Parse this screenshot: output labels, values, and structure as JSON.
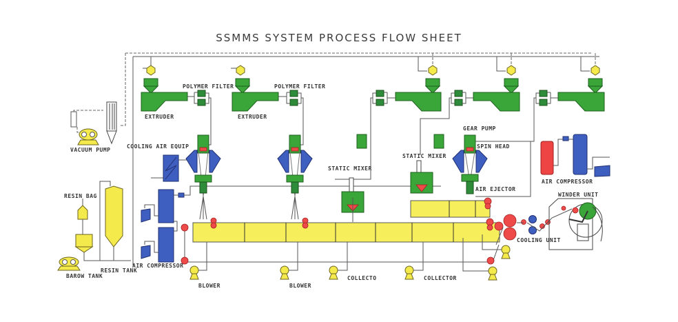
{
  "title": "SSMMS SYSTEM PROCESS FLOW SHEET",
  "labels": {
    "vacuum_pump": "VACUUM PUMP",
    "extruder_1": "EXTRUDER",
    "extruder_2": "EXTRUDER",
    "polymer_filter_1": "POLYMER FILTER",
    "polymer_filter_2": "POLYMER FILTER",
    "cooling_air_equip": "COOLING AIR EQUIP",
    "static_mixer_1": "STATIC MIXER",
    "static_mixer_2": "STATIC MIXER",
    "gear_pump": "GEAR PUMP",
    "spin_head": "SPIN HEAD",
    "air_ejector": "AIR EJECTOR",
    "air_compressor_right": "AIR COMPRESSOR",
    "winder_unit": "WINDER UNIT",
    "cooling_unit": "COOLING UNIT",
    "resin_bag": "RESIN BAG",
    "resin_tank": "RESIN TANK",
    "barow_tank": "BAROW TANK",
    "air_compressor_left": "AIR COMPRESSOR",
    "blower_1": "BLOWER",
    "blower_2": "BLOWER",
    "collector_1": "COLLECTO",
    "collector_2": "COLLECTOR"
  },
  "colors": {
    "extruder": "#3aa63a",
    "hopper": "#f4ea4c",
    "quench": "#3f5fc0",
    "conveyor": "#f6ee5a",
    "roller": "#ee4a4a"
  }
}
